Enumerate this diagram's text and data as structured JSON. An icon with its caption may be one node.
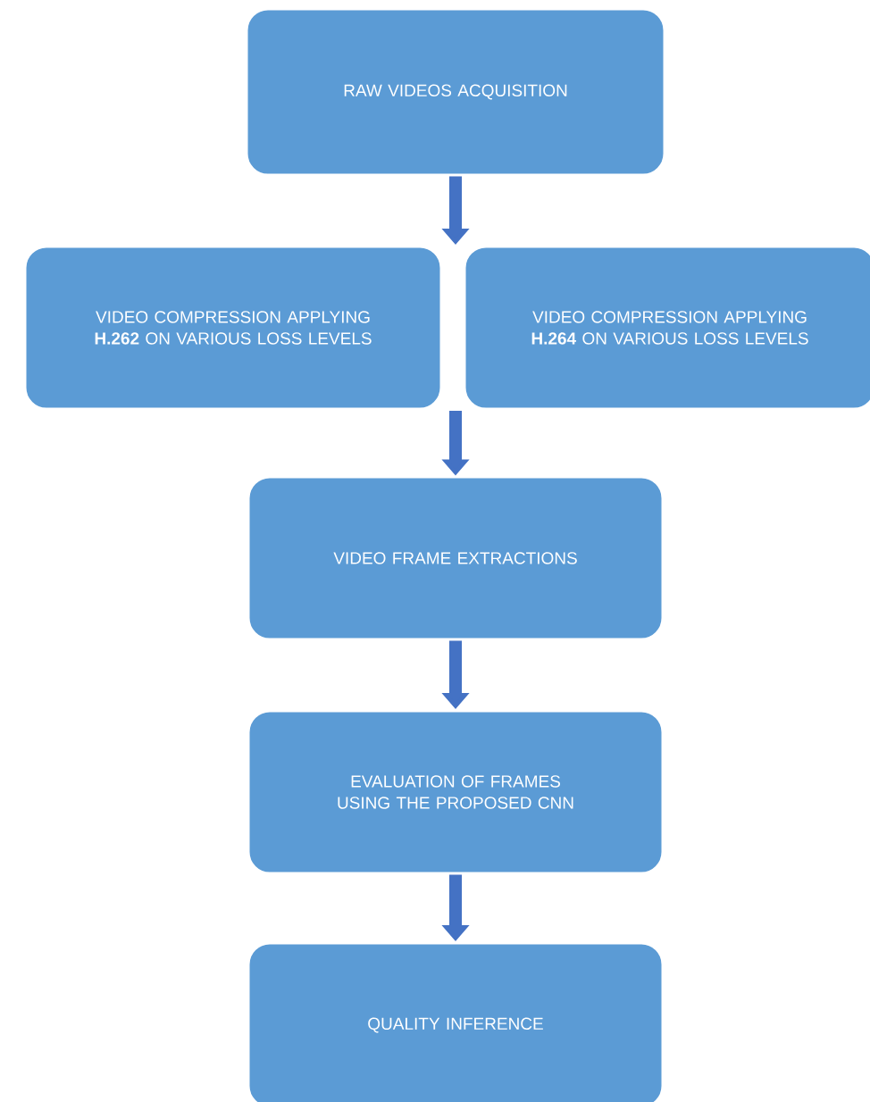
{
  "diagram": {
    "nodes": [
      {
        "text": [
          "RAW VIDEOS ACQUISITION"
        ]
      },
      {
        "text": [
          "VIDEO COMPRESSION APPLYING **H.262** ON VARIOUS LOSS LEVELS"
        ]
      },
      {
        "text": [
          "VIDEO COMPRESSION APPLYING **H.264** ON VARIOUS LOSS LEVELS"
        ]
      },
      {
        "text": [
          "VIDEO FRAME EXTRACTIONS"
        ]
      },
      {
        "text": [
          "EVALUATION OF FRAMES USING THE PROPOSED CNN"
        ]
      },
      {
        "text": [
          "QUALITY INFERENCE"
        ]
      }
    ],
    "edges": [
      {
        "from": 0,
        "to": 1,
        "arrow": "to"
      },
      {
        "from": 0,
        "to": 2,
        "arrow": "to"
      },
      {
        "from": 1,
        "to": 3,
        "arrow": "to"
      },
      {
        "from": 2,
        "to": 3,
        "arrow": "to"
      },
      {
        "from": 3,
        "to": 4,
        "arrow": "to"
      },
      {
        "from": 4,
        "to": 5,
        "arrow": "to"
      }
    ]
  }
}
